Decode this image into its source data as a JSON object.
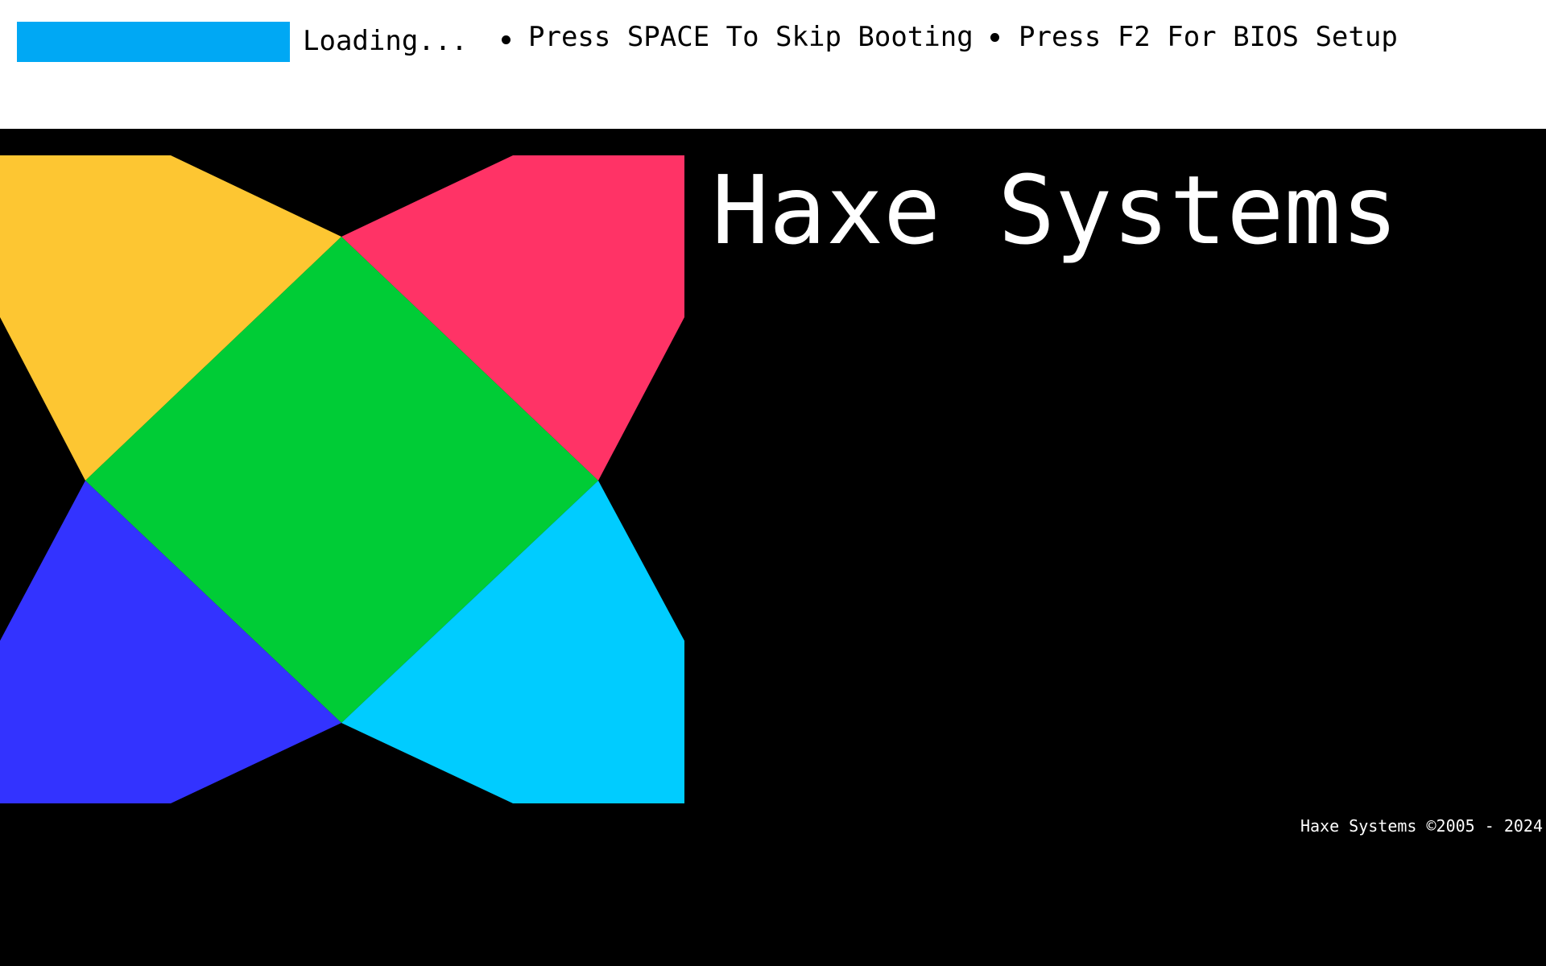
{
  "boot_bar": {
    "progress_percent": 100,
    "loading_label": "Loading...",
    "separator": "•",
    "skip_hint": "Press SPACE To Skip Booting",
    "bios_hint": "Press F2 For BIOS Setup"
  },
  "brand": {
    "title": "Haxe Systems",
    "copyright": "Haxe Systems ©2005 - 2024"
  },
  "logo": {
    "icon": "haxe-logo-icon"
  },
  "colors": {
    "top_bar_background": "#ffffff",
    "screen_background": "#000000",
    "progress_fill": "#00a8f4",
    "boot_text": "#000000",
    "brand_text": "#ffffff",
    "logo_yellow": "#fdc632",
    "logo_pink": "#ff3366",
    "logo_green": "#00cc36",
    "logo_blue": "#3333ff",
    "logo_cyan": "#00ccff"
  }
}
